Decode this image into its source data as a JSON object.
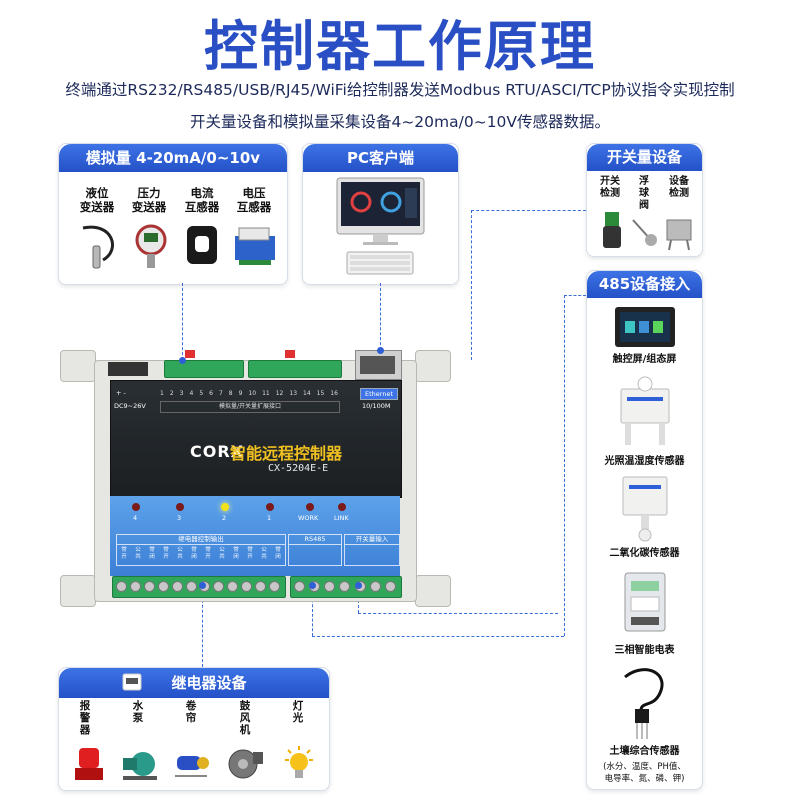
{
  "title": "控制器工作原理",
  "subtitle_line1": "终端通过RS232/RS485/USB/RJ45/WiFi给控制器发送Modbus RTU/ASCI/TCP协议指令实现控制",
  "subtitle_line2": "开关量设备和模拟量采集设备4~20ma/0~10V传感器数据。",
  "analog": {
    "header": "模拟量 4-20mA/0~10v",
    "items": [
      {
        "label": "液位\n变送器"
      },
      {
        "label": "压力\n变送器"
      },
      {
        "label": "电流\n互感器"
      },
      {
        "label": "电压\n互感器"
      }
    ]
  },
  "pc": {
    "header": "PC客户端"
  },
  "switch": {
    "header": "开关量设备",
    "items": [
      {
        "label": "开关\n检测"
      },
      {
        "label": "浮\n球\n阀"
      },
      {
        "label": "设备\n检测"
      }
    ]
  },
  "rs485": {
    "header": "485设备接入",
    "items": [
      {
        "label": "触控屏/组态屏"
      },
      {
        "label": "光照温湿度传感器"
      },
      {
        "label": "二氧化碳传感器"
      },
      {
        "label": "三相智能电表"
      },
      {
        "label": "土壤综合传感器"
      }
    ],
    "soil_note1": "(水分、温度、PH值、",
    "soil_note2": "电导率、氮、磷、钾)"
  },
  "relay": {
    "header": "继电器设备",
    "items": [
      {
        "label": "报\n警\n器"
      },
      {
        "label": "水\n泵"
      },
      {
        "label": "卷\n帘"
      },
      {
        "label": "鼓\n风\n机"
      },
      {
        "label": "灯\n光"
      }
    ]
  },
  "device": {
    "brand": "CORX",
    "name": "智能远程控制器",
    "model": "CX-5204E-E",
    "power": "DC9~26V",
    "plus_minus": "+   -",
    "port_label": "模拟量/开关量扩展接口",
    "port_numbers": [
      "1",
      "2",
      "3",
      "4",
      "5",
      "6",
      "7",
      "8",
      "9",
      "10",
      "11",
      "12",
      "13",
      "14",
      "15",
      "16"
    ],
    "ethernet": "Ethernet",
    "speed": "10/100M",
    "leds": [
      "4",
      "3",
      "2",
      "1",
      "WORK",
      "LINK"
    ],
    "relay_out_label": "继电器控制输出",
    "rs485_label": "RS485",
    "switch_in_label": "开关量输入",
    "relay_terms": [
      "常开",
      "公共",
      "常闭",
      "常开",
      "公共",
      "常闭",
      "常开",
      "公共",
      "常闭",
      "常开",
      "公共",
      "常闭"
    ]
  },
  "colors": {
    "title": "#2a4fc4",
    "header": "#2e5fd6",
    "dashed_line": "#3b6fd8",
    "led_yellow": "#f2e21a",
    "led_red": "#7a1a1a",
    "terminal_green": "#2fa65a"
  }
}
